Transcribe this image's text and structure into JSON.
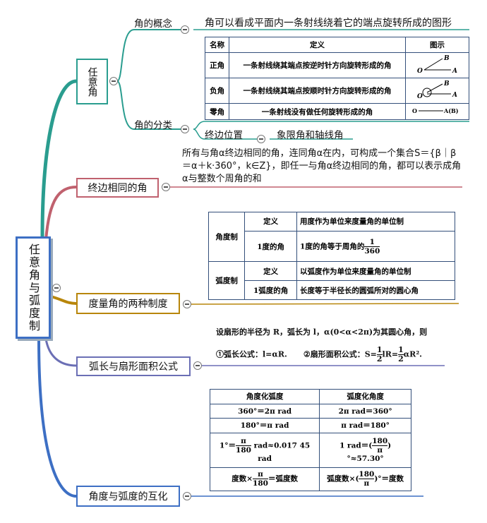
{
  "root": {
    "label": "任意角与弧度制"
  },
  "branches": {
    "b1": {
      "label": "任意角",
      "concept": {
        "label": "角的概念",
        "text": "角可以看成平面内一条射线绕着它的端点旋转所成的图形",
        "table": {
          "headers": [
            "名称",
            "定义",
            "图示"
          ],
          "rows": [
            {
              "name": "正角",
              "def": "一条射线绕其端点按逆时针方向旋转形成的角",
              "fig": "O B A"
            },
            {
              "name": "负角",
              "def": "一条射线绕其端点按顺时针方向旋转形成的角",
              "fig": "O B A"
            },
            {
              "name": "零角",
              "def": "一条射线没有做任何旋转形成的角",
              "fig": "A(B)"
            }
          ]
        }
      },
      "classify": {
        "label": "角的分类",
        "sub": "终边位置",
        "subsub": "象限角和轴线角"
      }
    },
    "b2": {
      "label": "终边相同的角",
      "text": "所有与角α终边相同的角，连同角α在内，可构成一个集合S＝{β｜β＝α＋k·360°，k∈Z}，即任一与角α终边相同的角，都可以表示成角α与整数个周角的和"
    },
    "b3": {
      "label": "度量角的两种制度",
      "table": {
        "g1": "角度制",
        "g1r1k": "定义",
        "g1r1v": "用度作为单位来度量角的单位制",
        "g1r2k": "1度的角",
        "g1r2v": "1度的角等于周角的",
        "g1r2num": "1",
        "g1r2den": "360",
        "g2": "弧度制",
        "g2r1k": "定义",
        "g2r1v": "以弧度作为单位来度量角的单位制",
        "g2r2k": "1弧度的角",
        "g2r2v": "长度等于半径长的圆弧所对的圆心角"
      }
    },
    "b4": {
      "label": "弧长与扇形面积公式",
      "line1": "设扇形的半径为 R，弧长为 l，α(0<α<2π)为其圆心角，则",
      "f1": "①弧长公式：l=αR.",
      "f2a": "②扇形面积公式：S=",
      "f2b": "lR=",
      "f2c": "αR².",
      "half_num": "1",
      "half_den": "2"
    },
    "b5": {
      "label": "角度与弧度的互化",
      "table": {
        "headers": [
          "角度化弧度",
          "弧度化角度"
        ],
        "r1": [
          "360°＝2π rad",
          "2π rad＝360°"
        ],
        "r2": [
          "180°＝π rad",
          "π rad＝180°"
        ],
        "r3a": "1°＝",
        "r3b": "rad≈0.017 45 rad",
        "r3c": "1 rad＝",
        "r3d": "°≈57.30°",
        "r4a": "度数×",
        "r4b": "＝弧度数",
        "r4c": "弧度数×",
        "r4d": "°＝度数",
        "pi": "π",
        "n180": "180"
      }
    }
  },
  "colors": {
    "teal": "#2a9d8f",
    "red": "#c0616e",
    "gold": "#b8860b",
    "purple": "#6b6fb5",
    "blue": "#3d6fc4"
  }
}
